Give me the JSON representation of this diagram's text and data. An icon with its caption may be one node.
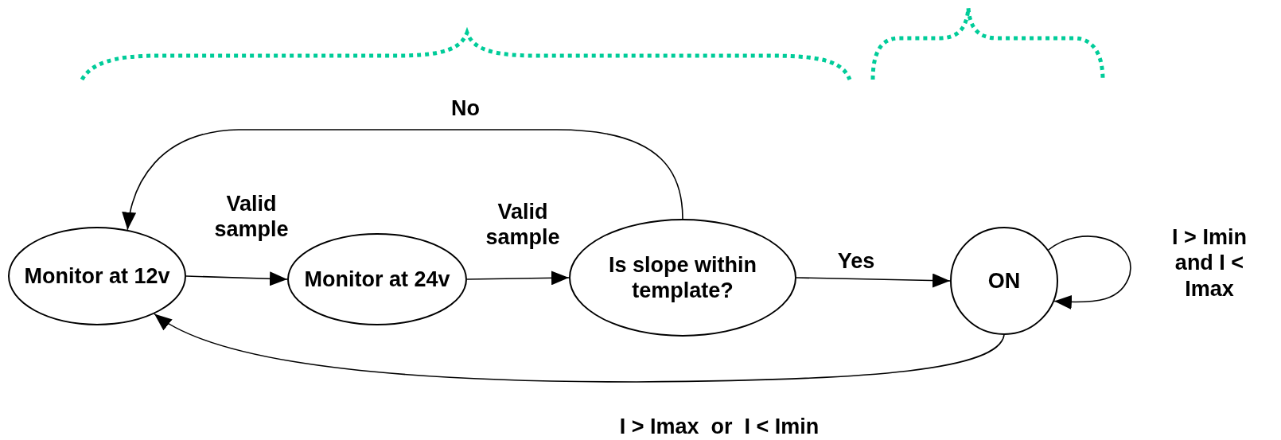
{
  "diagram": {
    "nodes": [
      {
        "text": [
          "Monitor at 12v"
        ]
      },
      {
        "text": [
          "Monitor at 24v"
        ]
      },
      {
        "text": [
          "Is slope within template?"
        ]
      },
      {
        "text": [
          "ON"
        ]
      }
    ],
    "edges": [
      {
        "from": 0,
        "to": 1,
        "arrow": "to",
        "label": "Valid sample"
      },
      {
        "from": 1,
        "to": 2,
        "arrow": "to",
        "label": "Valid sample"
      },
      {
        "from": 2,
        "to": 3,
        "arrow": "to",
        "label": "Yes"
      },
      {
        "from": 2,
        "to": 0,
        "arrow": "to",
        "label": "No"
      },
      {
        "from": 3,
        "to": 3,
        "arrow": "to",
        "label": "I > Imin and I < Imax"
      },
      {
        "from": 3,
        "to": 0,
        "arrow": "to",
        "label": "I > Imax  or  I < Imin"
      }
    ]
  }
}
